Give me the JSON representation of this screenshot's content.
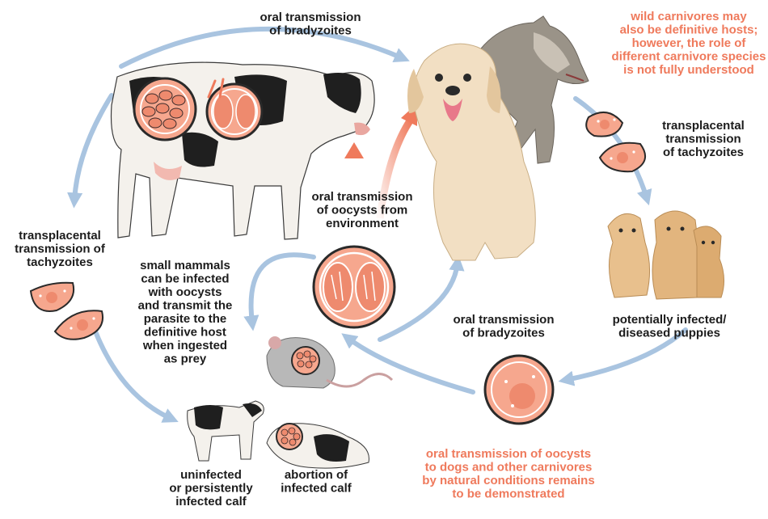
{
  "labels": {
    "oral_bradyzoites_top": [
      "oral transmission",
      "of bradyzoites"
    ],
    "wild_carnivores_note": [
      "wild carnivores may",
      "also be definitive hosts;",
      "however, the role of",
      "different carnivore species",
      "is not fully understood"
    ],
    "transplacental_right": [
      "transplacental",
      "transmission",
      "of tachyzoites"
    ],
    "oral_oocysts_environment": [
      "oral transmission",
      "of oocysts from",
      "environment"
    ],
    "transplacental_left": [
      "transplacental",
      "transmission of",
      "tachyzoites"
    ],
    "small_mammals": [
      "small mammals",
      "can be infected",
      "with oocysts",
      "and transmit the",
      "parasite to the",
      "definitive host",
      "when ingested",
      "as prey"
    ],
    "oral_bradyzoites_lower": [
      "oral transmission",
      "of bradyzoites"
    ],
    "puppies": [
      "potentially infected/",
      "diseased puppies"
    ],
    "uninfected_calf": [
      "uninfected",
      "or persistently",
      "infected calf"
    ],
    "abortion": [
      "abortion of",
      "infected calf"
    ],
    "oocysts_to_dogs_note": [
      "oral transmission of oocysts",
      "to dogs and other carnivores",
      "by natural conditions remains",
      "to be demonstrated"
    ]
  },
  "colors": {
    "arrow_blue": "#a9c4e0",
    "arrow_red": "#ef7a5c",
    "cell_fill": "#f6a78e",
    "cell_outline": "#2a2a2a",
    "note_red": "#ef7a5c"
  },
  "icons": [
    "cow-illustration",
    "dog-illustration",
    "wolf-illustration",
    "puppies-illustration",
    "mouse-illustration",
    "calf-illustration",
    "aborted-calf-illustration",
    "tissue-cyst-icon",
    "oocyst-icon",
    "tachyzoite-icon",
    "unsporulated-oocyst-icon"
  ]
}
